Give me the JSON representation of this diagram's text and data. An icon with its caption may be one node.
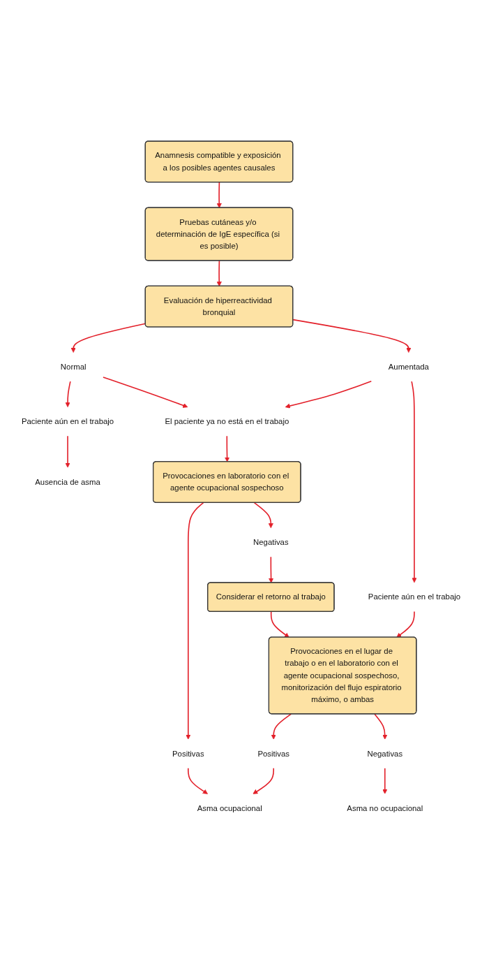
{
  "diagram": {
    "nodes": [
      {
        "text": [
          "Anamnesis compatible y exposición a los posibles agentes causales"
        ]
      },
      {
        "text": [
          "Pruebas cutáneas y/o determinación de IgE específica (si es posible)"
        ]
      },
      {
        "text": [
          "Evaluación de hiperreactividad bronquial"
        ]
      },
      {
        "text": [
          "Normal"
        ]
      },
      {
        "text": [
          "Aumentada"
        ]
      },
      {
        "text": [
          "Paciente aún en el trabajo"
        ]
      },
      {
        "text": [
          "El paciente ya no está en el trabajo"
        ]
      },
      {
        "text": [
          "Paciente aún en el trabajo"
        ]
      },
      {
        "text": [
          "Provocaciones en laboratorio con el agente ocupacional sospechoso"
        ]
      },
      {
        "text": [
          "Positivas"
        ]
      },
      {
        "text": [
          "Negativas"
        ]
      },
      {
        "text": [
          "Considerar el retorno al trabajo"
        ]
      },
      {
        "text": [
          "Provocaciones en el lugar de trabajo o en el laboratorio con el agente ocupacional sospechoso, monitorización del flujo espiratorio máximo, o ambas"
        ]
      },
      {
        "text": [
          "Positivas"
        ]
      },
      {
        "text": [
          "Negativas"
        ]
      },
      {
        "text": [
          "Ausencia de asma"
        ]
      },
      {
        "text": [
          "Asma ocupacional"
        ]
      },
      {
        "text": [
          "Asma no ocupacional"
        ]
      }
    ],
    "edges": [
      {
        "from": 0,
        "to": 1,
        "arrow": "to"
      },
      {
        "from": 1,
        "to": 2,
        "arrow": "to"
      },
      {
        "from": 2,
        "to": 3,
        "arrow": "to"
      },
      {
        "from": 2,
        "to": 4,
        "arrow": "to"
      },
      {
        "from": 3,
        "to": 5,
        "arrow": "to"
      },
      {
        "from": 3,
        "to": 6,
        "arrow": "to"
      },
      {
        "from": 4,
        "to": 6,
        "arrow": "to"
      },
      {
        "from": 4,
        "to": 7,
        "arrow": "to"
      },
      {
        "from": 5,
        "to": 15,
        "arrow": "to"
      },
      {
        "from": 6,
        "to": 8,
        "arrow": "to"
      },
      {
        "from": 8,
        "to": 9,
        "arrow": "to"
      },
      {
        "from": 8,
        "to": 10,
        "arrow": "to"
      },
      {
        "from": 9,
        "to": 16,
        "arrow": "to"
      },
      {
        "from": 10,
        "to": 11,
        "arrow": "to"
      },
      {
        "from": 11,
        "to": 12,
        "arrow": "to"
      },
      {
        "from": 7,
        "to": 12,
        "arrow": "to"
      },
      {
        "from": 12,
        "to": 13,
        "arrow": "to"
      },
      {
        "from": 12,
        "to": 14,
        "arrow": "to"
      },
      {
        "from": 13,
        "to": 16,
        "arrow": "to"
      },
      {
        "from": 14,
        "to": 17,
        "arrow": "to"
      }
    ]
  }
}
